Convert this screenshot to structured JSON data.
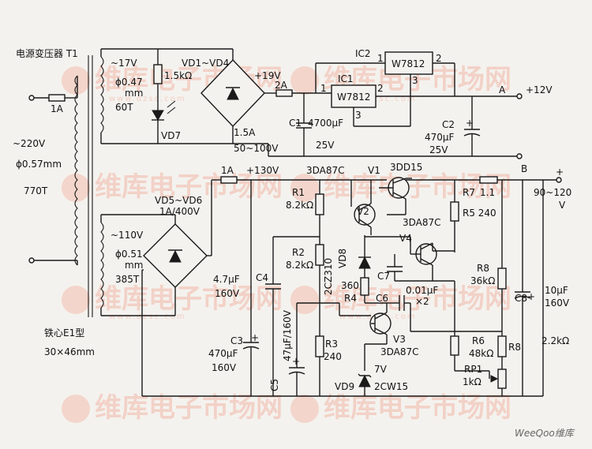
{
  "watermarks": {
    "logo": "维库电子市场网",
    "url": "www.dzsc.com",
    "brand": "WeeQoo维库"
  },
  "transformer": {
    "title": "电源变压器 T1",
    "primary_v": "~220V",
    "primary_wire": "ϕ0.57mm",
    "primary_turns": "770T",
    "sec1_v": "~17V",
    "sec1_wire": "ϕ0.47",
    "sec1_unit": "mm",
    "sec1_turns": "60T",
    "sec2_v": "~110V",
    "sec2_wire": "ϕ0.51",
    "sec2_unit": "mm",
    "sec2_turns": "385T",
    "core": "铁心E1型",
    "core_size": "30×46mm"
  },
  "labels": {
    "fuse_in": "1A",
    "r_led": "1.5kΩ",
    "bridge1": "VD1~VD4",
    "led": "VD7",
    "bridge1_rating": "1.5A",
    "bridge1_v": "50~100V",
    "v19": "+19V",
    "fuse2": "2A",
    "ic2": "IC2",
    "ic1": "IC1",
    "reg": "W7812",
    "pin1": "1",
    "pin2": "2",
    "pin3": "3",
    "c1": "C1",
    "c1_val": "4700μF",
    "c1_v": "25V",
    "c2": "C2",
    "c2_val": "470μF",
    "c2_v": "25V",
    "node_a": "A",
    "v12": "+12V",
    "node_b": "B",
    "fuse3": "1A",
    "v130": "+130V",
    "bridge2": "VD5~VD6",
    "bridge2_rating": "1A/400V",
    "q1type": "3DA87C",
    "v1": "V1",
    "v1type": "3DD15",
    "r7": "R7",
    "r7_val": "1.1",
    "plus": "+",
    "out_range": "90~120",
    "out_unit": "V",
    "r1": "R1",
    "r1_val": "8.2kΩ",
    "v2": "V2",
    "r5": "R5 240",
    "v4type": "3DA87C",
    "v4": "V4",
    "r2": "R2",
    "r2_val": "8.2kΩ",
    "vd8_type": "2CZ310",
    "vd8": "VD8",
    "c4": "C4",
    "c4_val": "4.7μF",
    "c4_v": "160V",
    "c7": "C7",
    "r8": "R8",
    "r8_val": "36kΩ",
    "r360": "360",
    "c6_val": "0.01μF",
    "c6_x2": "×2",
    "r4": "R4",
    "c6": "C6",
    "c8": "C8",
    "c8_val": "10μF",
    "c8_v": "160V",
    "c3": "C3",
    "c3_val": "470μF",
    "c3_v": "160V",
    "c5": "C5",
    "c5_val": "47μF/160V",
    "r3": "R3",
    "r3_val": "240",
    "v3": "V3",
    "v3type": "3DA87C",
    "r6": "R6",
    "r6_val": "48kΩ",
    "r8b": "R8",
    "r_out": "2.2kΩ",
    "zener_v": "7V",
    "vd9": "VD9",
    "vd9_type": "2CW15",
    "rp1": "RP1",
    "rp1_val": "1kΩ"
  }
}
